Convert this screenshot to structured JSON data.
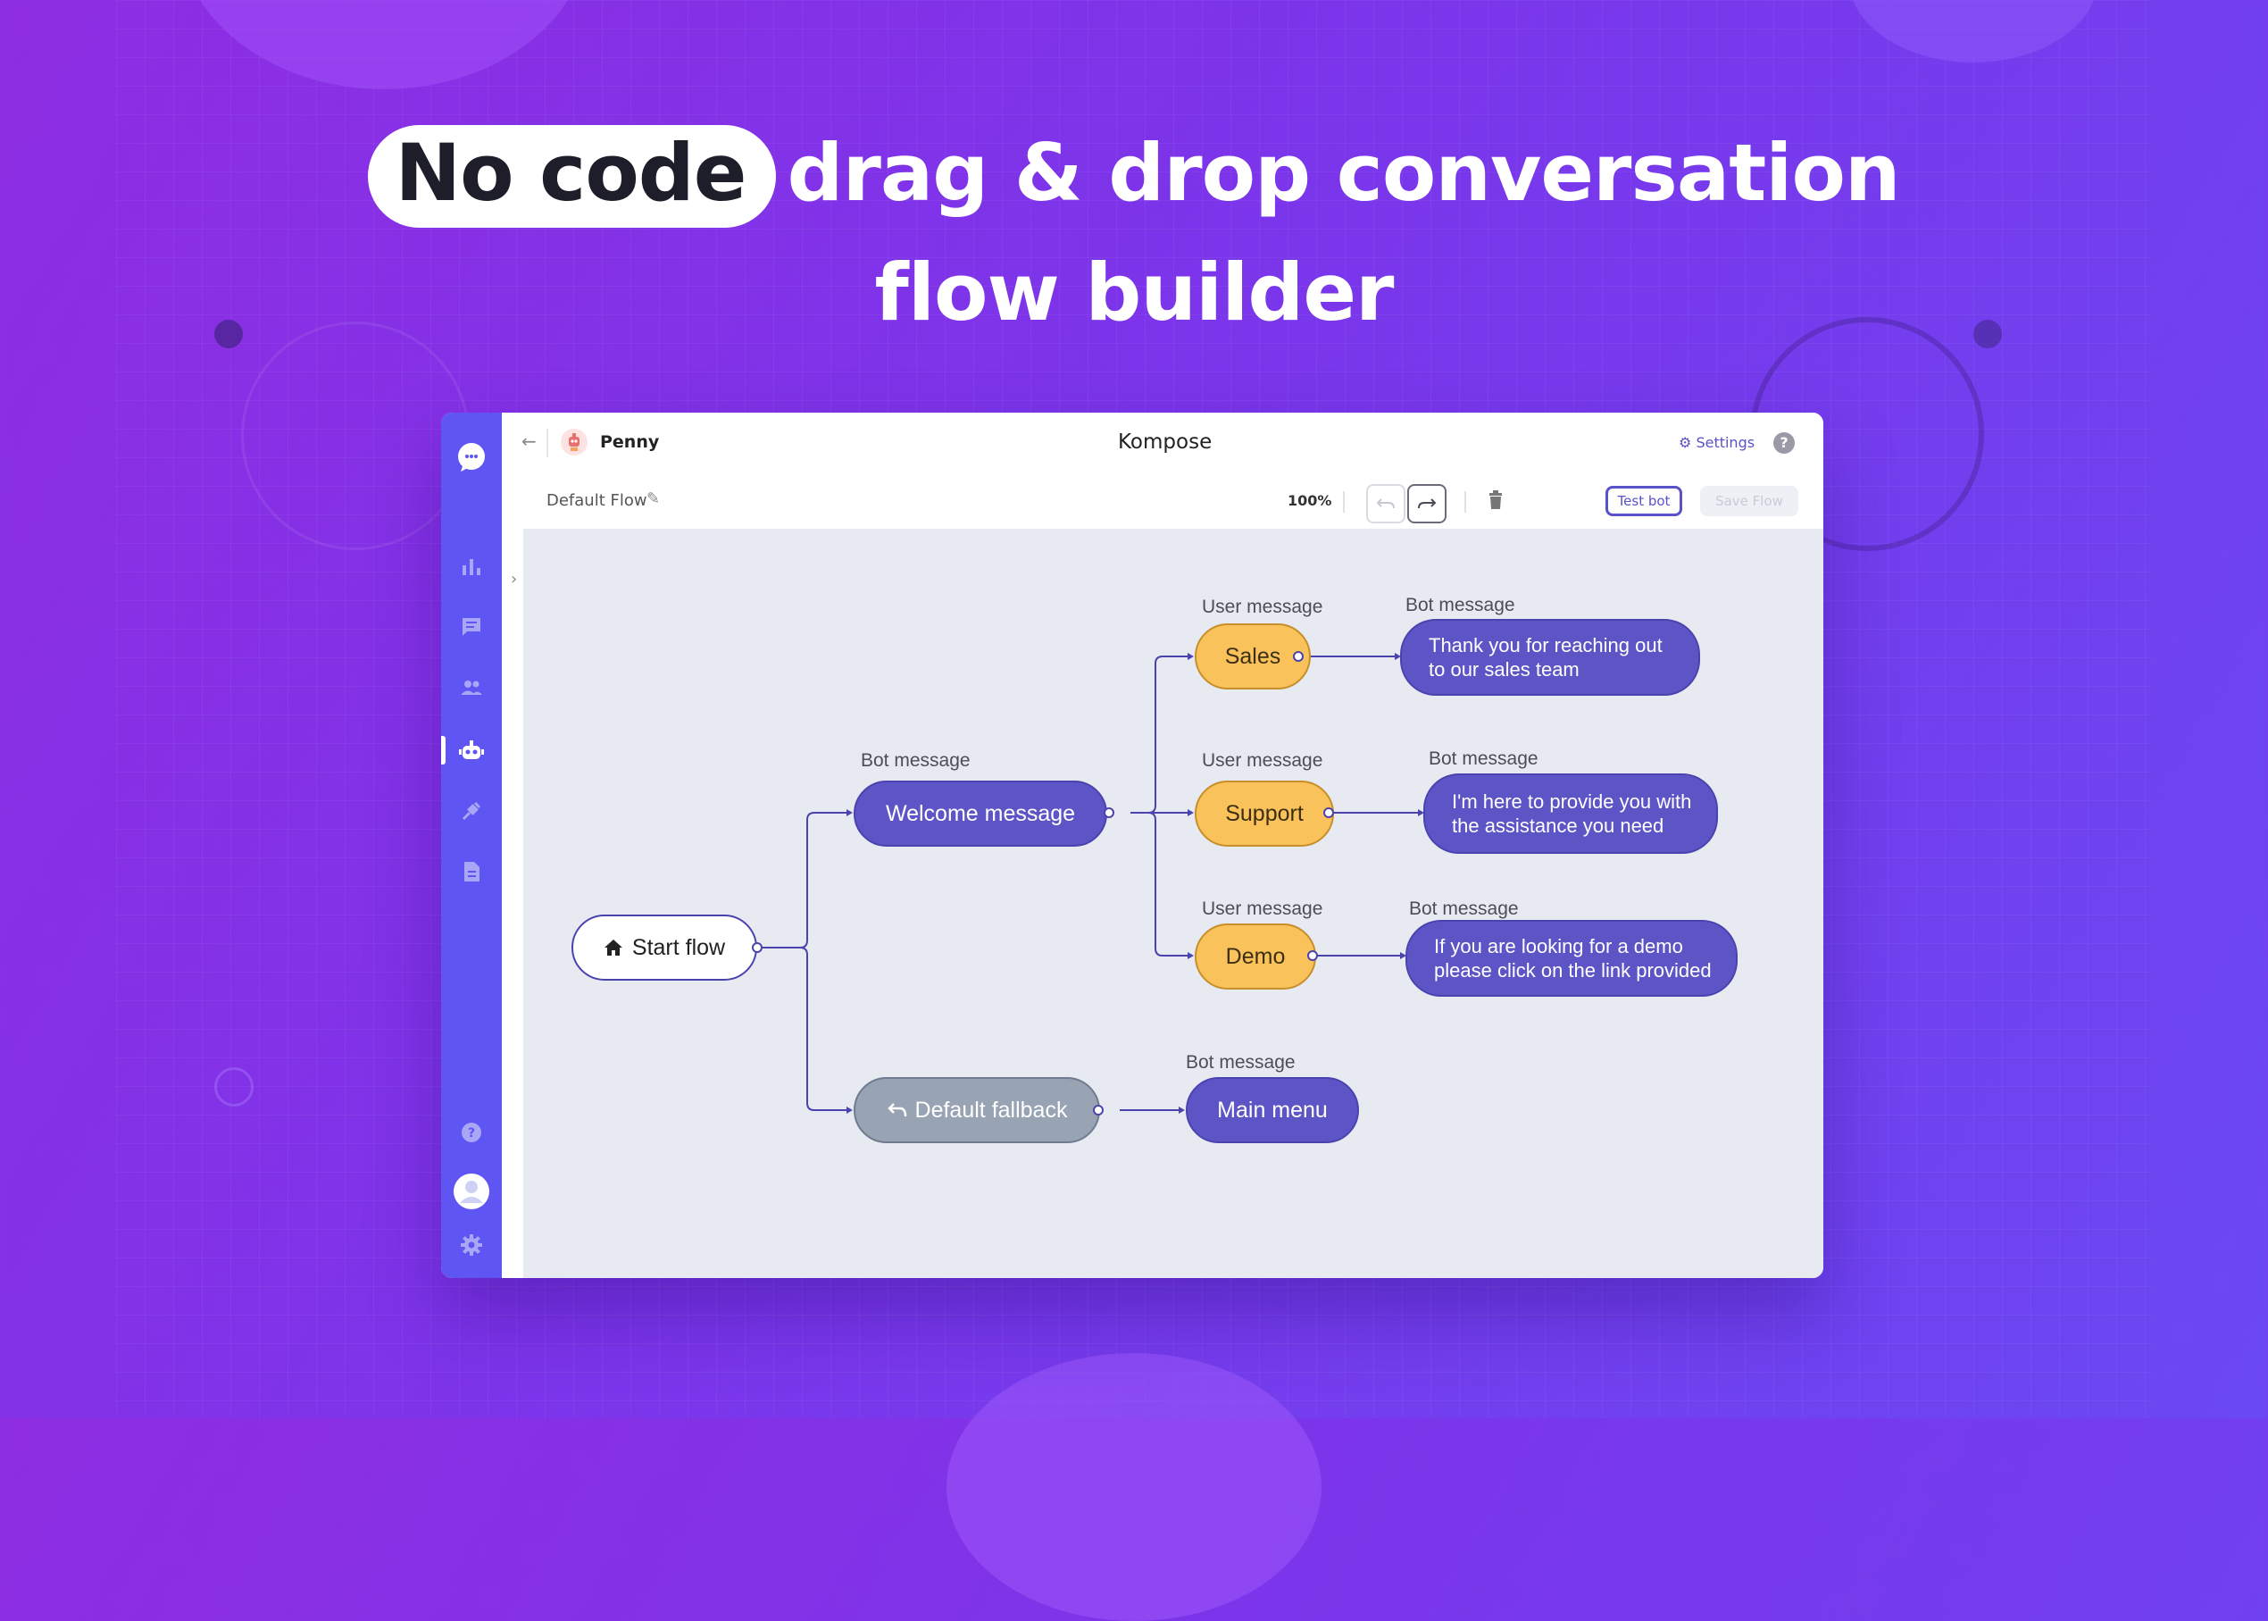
{
  "hero": {
    "highlight": "No code",
    "line1_rest": "drag & drop conversation",
    "line2": "flow builder"
  },
  "header": {
    "back_icon": "arrow-left-icon",
    "bot_name": "Penny",
    "app_title": "Kompose",
    "settings_label": "Settings",
    "help_icon": "question-icon"
  },
  "toolbar": {
    "flow_name": "Default Flow",
    "zoom": "100%",
    "test_label": "Test bot",
    "save_label": "Save Flow"
  },
  "sidebar": {
    "items": [
      "analytics-icon",
      "chat-icon",
      "users-icon",
      "bot-icon",
      "integrations-icon",
      "docs-icon"
    ],
    "bottom": [
      "help-icon",
      "avatar",
      "settings-icon"
    ]
  },
  "flow": {
    "start": "Start flow",
    "welcome_label": "Bot message",
    "welcome": "Welcome message",
    "sales_label": "User message",
    "sales": "Sales",
    "sales_reply_label": "Bot message",
    "sales_reply": "Thank you for reaching out to our sales team",
    "support_label": "User message",
    "support": "Support",
    "support_reply_label": "Bot message",
    "support_reply": "I'm here to provide you with the assistance you need",
    "demo_label": "User message",
    "demo": "Demo",
    "demo_reply_label": "Bot message",
    "demo_reply": "If you are looking for a demo please click on the link provided",
    "fallback": "Default fallback",
    "mainmenu_label": "Bot message",
    "mainmenu": "Main menu"
  },
  "colors": {
    "sidebar": "#5e55f2",
    "bot_node": "#5d55c6",
    "user_node": "#f9c25a",
    "fallback_node": "#98a3b3",
    "canvas": "#e8eaf2"
  }
}
